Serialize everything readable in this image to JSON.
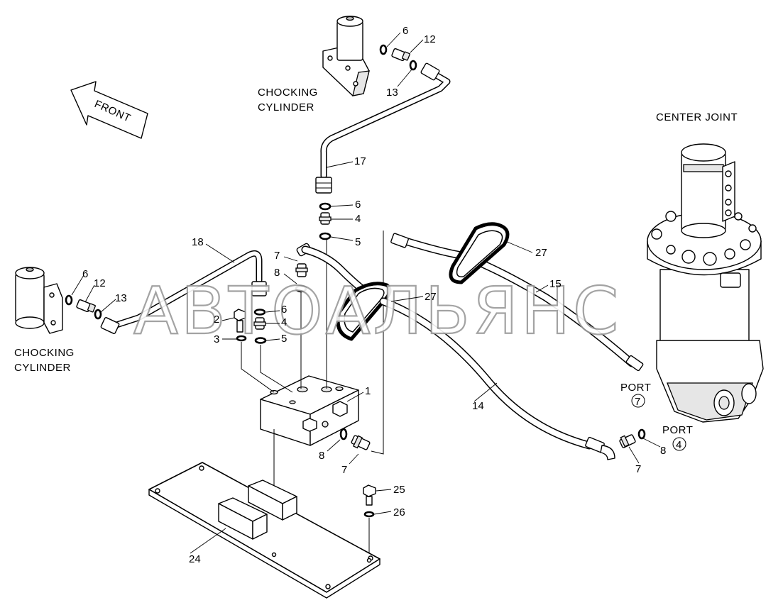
{
  "captions": {
    "front": "FRONT",
    "chocking_top_1": "CHOCKING",
    "chocking_top_2": "CYLINDER",
    "chocking_left_1": "CHOCKING",
    "chocking_left_2": "CYLINDER",
    "center_joint": "CENTER JOINT",
    "port_a": "PORT",
    "port_a_num": "7",
    "port_b": "PORT",
    "port_b_num": "4"
  },
  "watermark": "АВТОАЛЬЯНС",
  "callouts": {
    "c1": "1",
    "c2": "2",
    "c3": "3",
    "c4a": "4",
    "c4b": "4",
    "c5a": "5",
    "c5b": "5",
    "c6a": "6",
    "c6b": "6",
    "c6c": "6",
    "c6d": "6",
    "c7a": "7",
    "c7b": "7",
    "c7c": "7",
    "c8a": "8",
    "c8b": "8",
    "c8c": "8",
    "c12a": "12",
    "c12b": "12",
    "c13a": "13",
    "c13b": "13",
    "c14": "14",
    "c15": "15",
    "c17": "17",
    "c18": "18",
    "c24": "24",
    "c25": "25",
    "c26": "26",
    "c27a": "27",
    "c27b": "27"
  },
  "colors": {
    "line": "#000000",
    "fill": "#ffffff",
    "watermark_stroke": "#9a9a9a"
  }
}
